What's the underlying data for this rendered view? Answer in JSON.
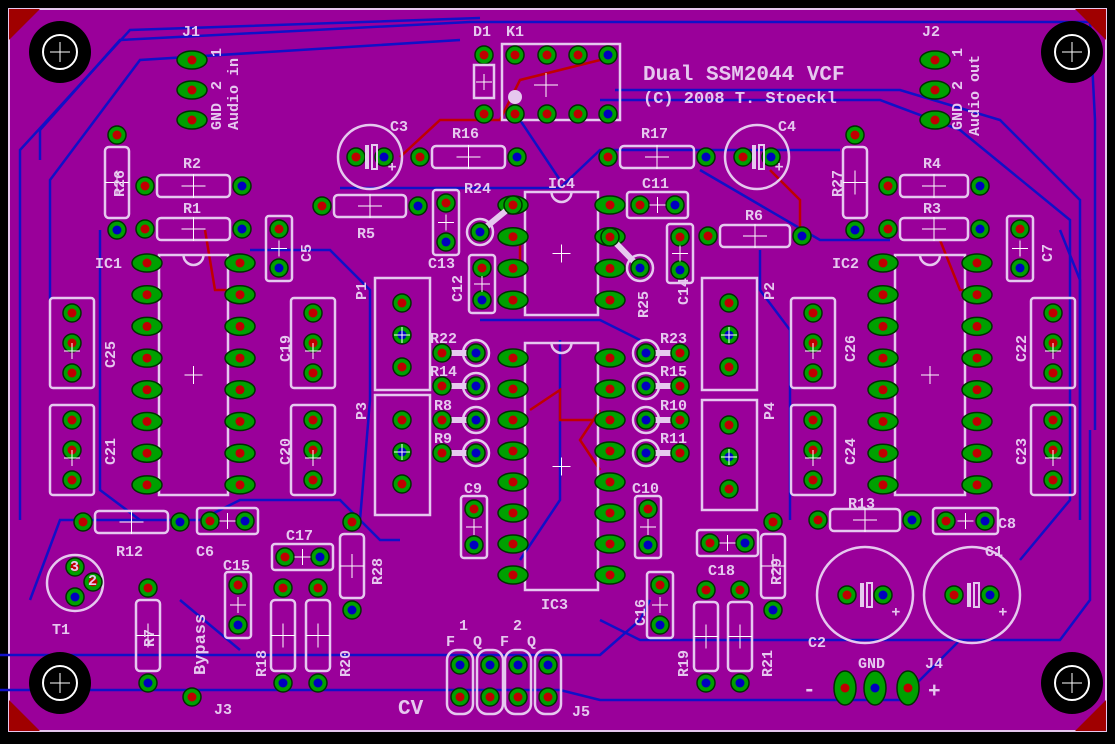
{
  "board": {
    "title": "Dual SSM2044 VCF",
    "copyright": "(C) 2008 T. Stoeckl",
    "colors": {
      "board": "#9a009a",
      "silkscreen": "#e6c8ef",
      "pad": "#00a000",
      "top_trace": "#c00000",
      "bottom_trace": "#1010c8"
    }
  },
  "designators": {
    "J1": "J1",
    "D1": "D1",
    "K1": "K1",
    "J2": "J2",
    "C3": "C3",
    "R16": "R16",
    "R17": "R17",
    "C4": "C4",
    "R26": "R26",
    "R2": "R2",
    "R27": "R27",
    "R4": "R4",
    "R24": "R24",
    "IC4": "IC4",
    "C11": "C11",
    "R1": "R1",
    "R5": "R5",
    "R6": "R6",
    "R3": "R3",
    "C5": "C5",
    "C7": "C7",
    "IC1": "IC1",
    "IC2": "IC2",
    "C13": "C13",
    "C12": "C12",
    "C14": "C14",
    "R25": "R25",
    "P1": "P1",
    "P2": "P2",
    "C25": "C25",
    "C19": "C19",
    "C26": "C26",
    "C22": "C22",
    "R22": "R22",
    "R23": "R23",
    "R14": "R14",
    "R15": "R15",
    "R8": "R8",
    "R10": "R10",
    "R9": "R9",
    "R11": "R11",
    "P3": "P3",
    "P4": "P4",
    "C21": "C21",
    "C20": "C20",
    "C24": "C24",
    "C23": "C23",
    "C9": "C9",
    "C10": "C10",
    "R12": "R12",
    "C6": "C6",
    "C17": "C17",
    "R28": "R28",
    "C15": "C15",
    "R13": "R13",
    "C8": "C8",
    "C18": "C18",
    "R29": "R29",
    "C1": "C1",
    "C16": "C16",
    "IC3": "IC3",
    "T1": "T1",
    "R7": "R7",
    "R18": "R18",
    "R20": "R20",
    "R19": "R19",
    "R21": "R21",
    "C2": "C2",
    "J5": "J5",
    "J4": "J4",
    "J3": "J3"
  },
  "connector_labels": {
    "j1_pin1": "1",
    "j1_pin2": "2",
    "j1_gnd": "GND",
    "j1_name": "Audio in",
    "j2_pin1": "1",
    "j2_pin2": "2",
    "j2_gnd": "GND",
    "j2_name": "Audio out",
    "j5_ch1": "1",
    "j5_ch2": "2",
    "j5_f1": "F",
    "j5_q1": "Q",
    "j5_f2": "F",
    "j5_q2": "Q",
    "j5_name": "CV",
    "j4_gnd": "GND",
    "j4_minus": "-",
    "j4_plus": "+",
    "j3_name": "Bypass",
    "t1_pin3": "3",
    "t1_pin2": "2"
  }
}
